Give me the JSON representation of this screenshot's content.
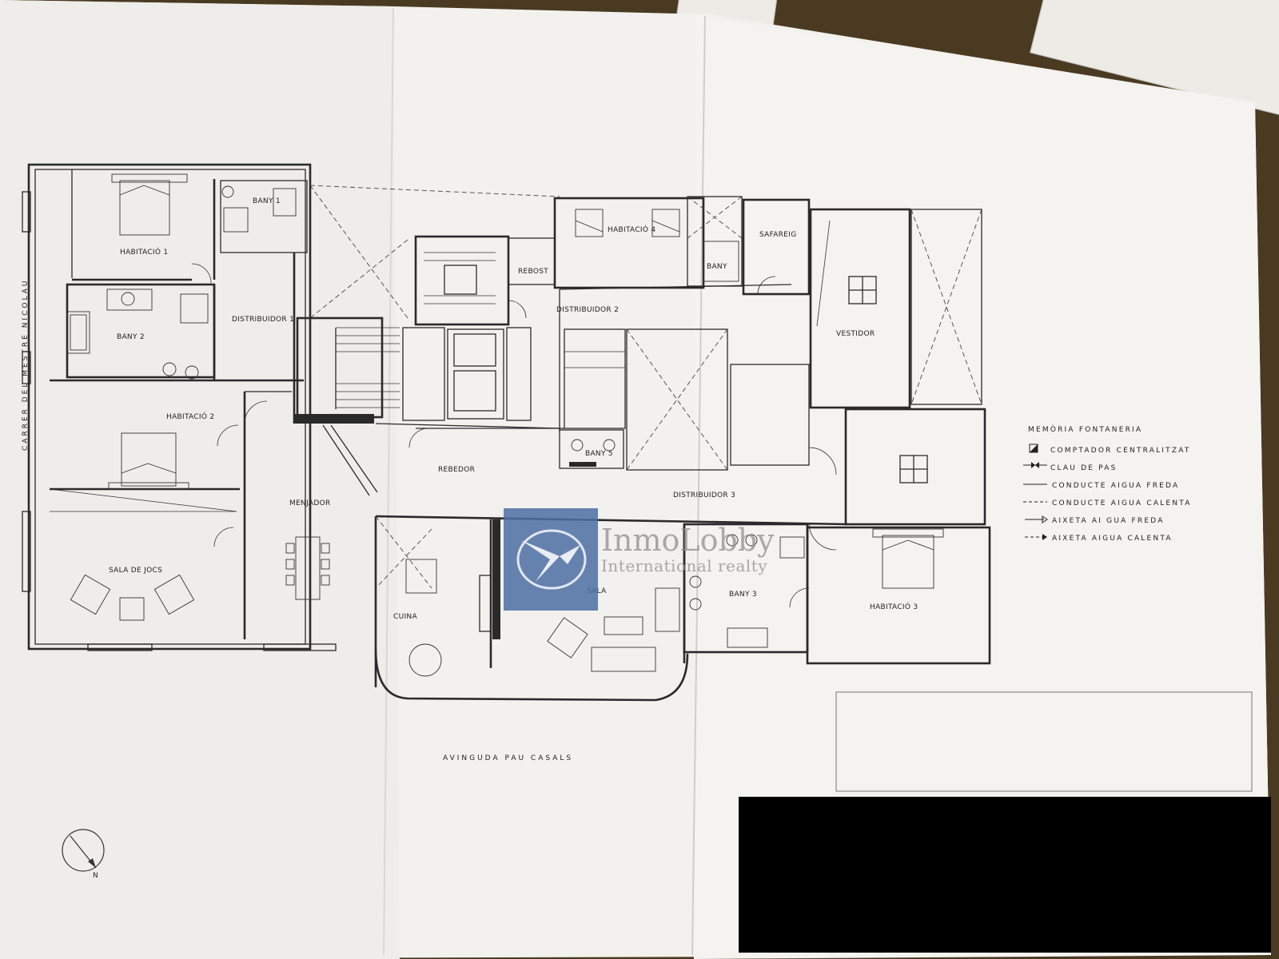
{
  "rooms": {
    "habitacio_1": "HABITACIÓ 1",
    "bany_1": "BANY 1",
    "bany_2": "BANY 2",
    "distribuidor_1": "DISTRIBUIDOR 1",
    "habitacio_2": "HABITACIÓ 2",
    "sala_de_jocs": "SALA DE JOCS",
    "menjador": "MENJADOR",
    "rebedor": "REBEDOR",
    "cuina": "CUINA",
    "sala": "SALA",
    "rebost": "REBOST",
    "habitacio_4": "HABITACIÓ 4",
    "distribuidor_2": "DISTRIBUIDOR 2",
    "bany": "BANY",
    "safareig": "SAFAREIG",
    "vestidor": "VESTIDOR",
    "bany_5": "BANY 5",
    "distribuidor_3": "DISTRIBUIDOR 3",
    "bany_3": "BANY 3",
    "habitacio_3": "HABITACIÓ 3"
  },
  "streets": {
    "side": "CARRER DEL MESTRE NICOLAU",
    "front": "AVINGUDA PAU CASALS"
  },
  "legend": {
    "title": "MEMÒRIA FONTANERIA",
    "items": [
      {
        "label": "COMPTADOR CENTRALITZAT",
        "icon": "meter-square-icon"
      },
      {
        "label": "CLAU DE PAS",
        "icon": "valve-icon"
      },
      {
        "label": "CONDUCTE AIGUA FREDA",
        "icon": "solid-line-icon"
      },
      {
        "label": "CONDUCTE AIGUA CALENTA",
        "icon": "dashed-line-icon"
      },
      {
        "label": "AIXETA AI GUA FREDA",
        "icon": "solid-arrow-icon"
      },
      {
        "label": "AIXETA AIGUA CALENTA",
        "icon": "dashed-arrow-icon"
      }
    ]
  },
  "compass": {
    "label": "N"
  },
  "watermark": {
    "brand": "InmoLobby",
    "tagline": "International realty"
  },
  "colors": {
    "paper": "#f2f1ee",
    "ink": "#2a2a2a",
    "logo_blue": "#4d6fa5",
    "background": "#4a3a22"
  }
}
